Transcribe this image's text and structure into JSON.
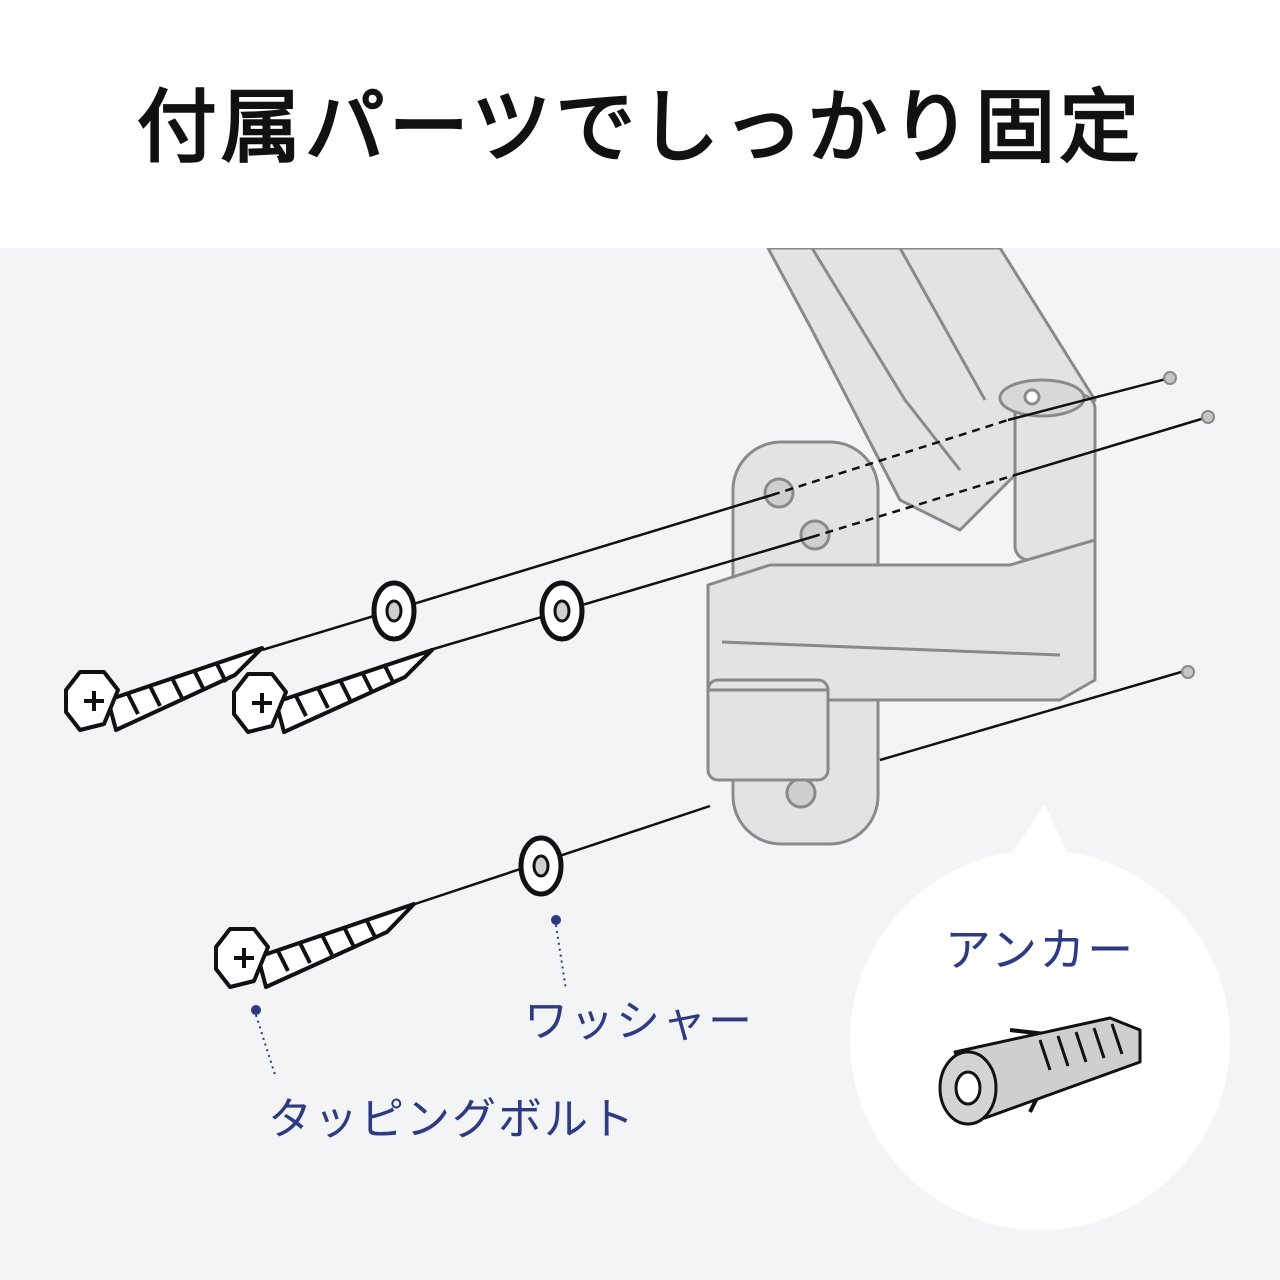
{
  "title": "付属パーツでしっかり固定",
  "labels": {
    "tapping_bolt": "タッピングボルト",
    "washer": "ワッシャー",
    "anchor": "アンカー"
  },
  "colors": {
    "background": "#f3f4f6",
    "title": "#111111",
    "label": "#2e3a82",
    "part_outline": "#8a8a8a",
    "part_fill": "#e3e3e3",
    "hardware": "#111111"
  }
}
